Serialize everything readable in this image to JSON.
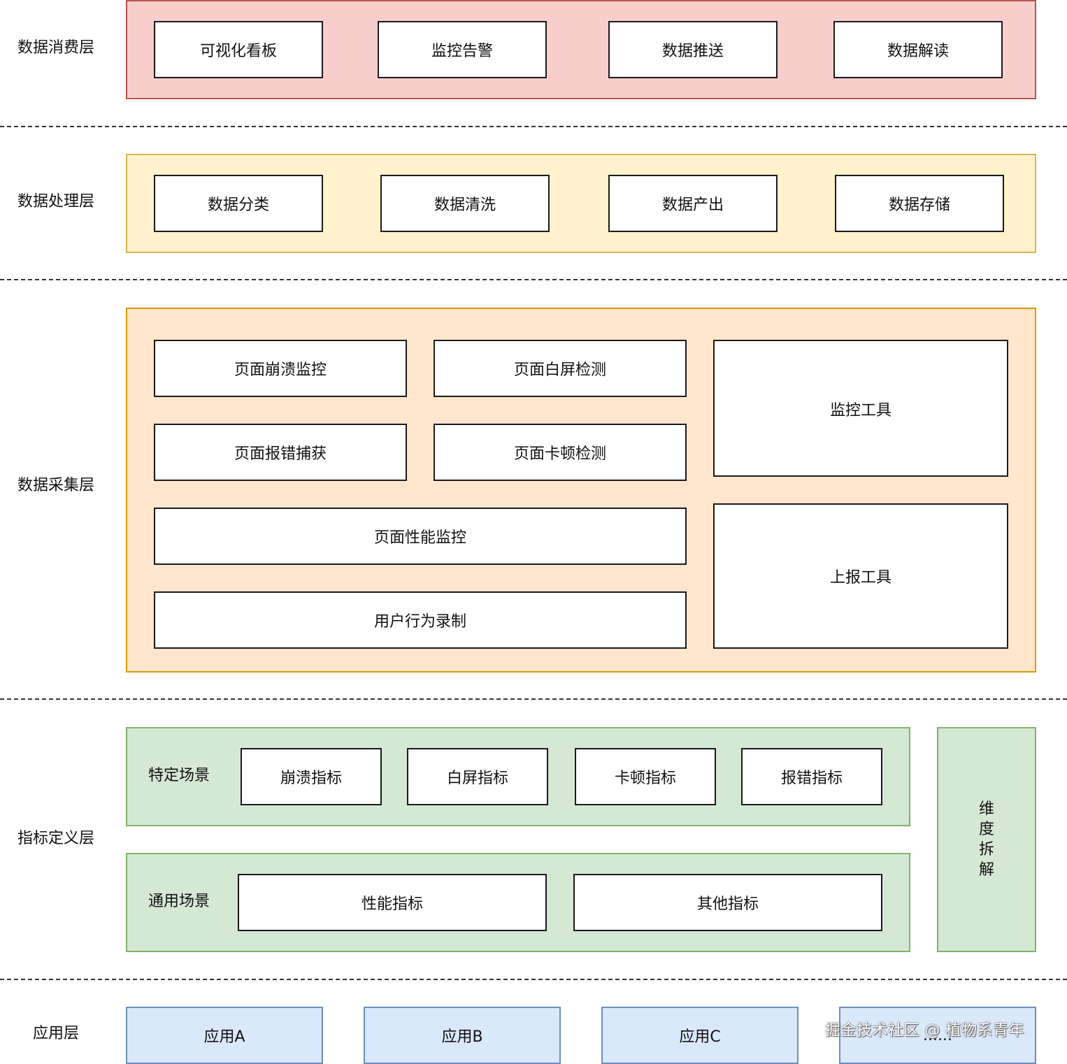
{
  "layers": {
    "consumption": {
      "label": "数据消费层",
      "items": [
        "可视化看板",
        "监控告警",
        "数据推送",
        "数据解读"
      ]
    },
    "processing": {
      "label": "数据处理层",
      "items": [
        "数据分类",
        "数据清洗",
        "数据产出",
        "数据存储"
      ]
    },
    "collection": {
      "label": "数据采集层",
      "items": [
        "页面崩溃监控",
        "页面白屏检测",
        "页面报错捕获",
        "页面卡顿检测",
        "页面性能监控",
        "用户行为录制"
      ],
      "tools": [
        "监控工具",
        "上报工具"
      ]
    },
    "metrics": {
      "label": "指标定义层",
      "specific": {
        "label": "特定场景",
        "items": [
          "崩溃指标",
          "白屏指标",
          "卡顿指标",
          "报错指标"
        ]
      },
      "general": {
        "label": "通用场景",
        "items": [
          "性能指标",
          "其他指标"
        ]
      },
      "dimension": "维度拆解"
    },
    "application": {
      "label": "应用层",
      "items": [
        "应用A",
        "应用B",
        "应用C",
        "......"
      ]
    }
  },
  "watermark": "掘金技术社区 @ 植物系青年",
  "colors": {
    "consumption_fill": "#f8cecc",
    "consumption_border": "#b85450",
    "processing_fill": "#fff2cc",
    "processing_border": "#d6b656",
    "collection_fill": "#ffe6cc",
    "collection_border": "#d79b00",
    "metrics_fill": "#d5e8d4",
    "metrics_border": "#82b366",
    "application_fill": "#dae8fc",
    "application_border": "#6c8ebf"
  }
}
